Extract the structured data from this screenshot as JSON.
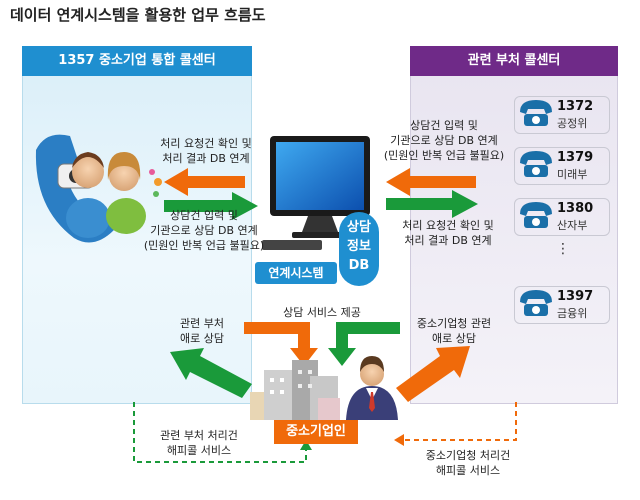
{
  "title": "데이터 연계시스템을 활용한 업무 흐름도",
  "left_panel": {
    "title": "1357 중소기업 통합 콜센터"
  },
  "right_panel": {
    "title": "관련 부처 콜센터"
  },
  "labels": {
    "left_top": [
      "처리 요청건 확인 및",
      "처리 결과 DB 연계"
    ],
    "left_bottom": [
      "상담건 입력 및",
      "기관으로 상담 DB 연계",
      "(민원인 반복 언급 불필요)"
    ],
    "right_top": [
      "상담건 입력 및",
      "기관으로 상담 DB 연계",
      "(민원인 반복 언급 불필요)"
    ],
    "right_bottom": [
      "처리 요청건 확인 및",
      "처리 결과 DB 연계"
    ],
    "service": "상담 서비스 제공",
    "ministry_consult": [
      "관련 부처",
      "애로 상담"
    ],
    "sme_consult": [
      "중소기업청 관련",
      "애로 상담"
    ],
    "happy_ministry": [
      "관련 부처 처리건",
      "해피콜 서비스"
    ],
    "happy_sme": [
      "중소기업청 처리건",
      "해피콜 서비스"
    ]
  },
  "system_label": "연계시스템",
  "db_label": [
    "상담",
    "정보",
    "DB"
  ],
  "sme_label": "중소기업인",
  "hotlines": [
    {
      "number": "1372",
      "org": "공정위"
    },
    {
      "number": "1379",
      "org": "미래부"
    },
    {
      "number": "1380",
      "org": "산자부"
    },
    {
      "number": "1397",
      "org": "금융위"
    }
  ],
  "ellipsis": "⋮",
  "colors": {
    "blue": "#1f8fd0",
    "purple": "#6f2a88",
    "orange": "#f06a0a",
    "green": "#1a9a3a"
  }
}
